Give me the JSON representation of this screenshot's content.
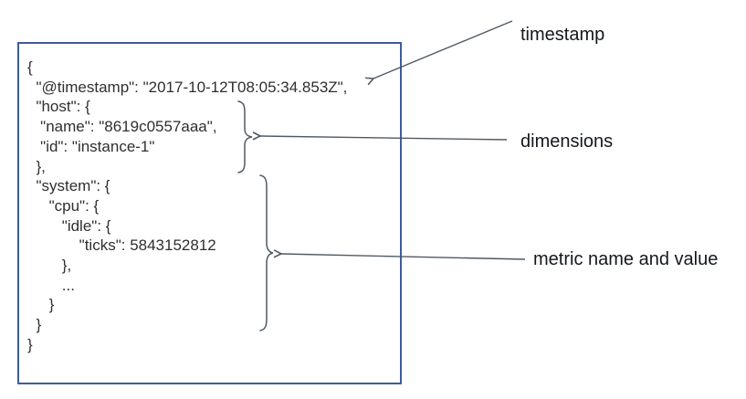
{
  "figure": {
    "document_box": {
      "json_code": "{\n  \"@timestamp\": \"2017-10-12T08:05:34.853Z\",\n  \"host\": {\n   \"name\": \"8619c0557aaa\",\n   \"id\": \"instance-1\"\n  },\n  \"system\": {\n     \"cpu\": {\n        \"idle\": {\n            \"ticks\": 5843152812\n        },\n        ...\n     }\n  }\n}"
    },
    "labels": {
      "timestamp": "timestamp",
      "dimensions": "dimensions",
      "metric": "metric name and value"
    },
    "colors": {
      "box_border": "#3E5C9B",
      "code_text": "#2F2F2F",
      "label_text": "#14181D",
      "connector": "#4F5963"
    }
  }
}
